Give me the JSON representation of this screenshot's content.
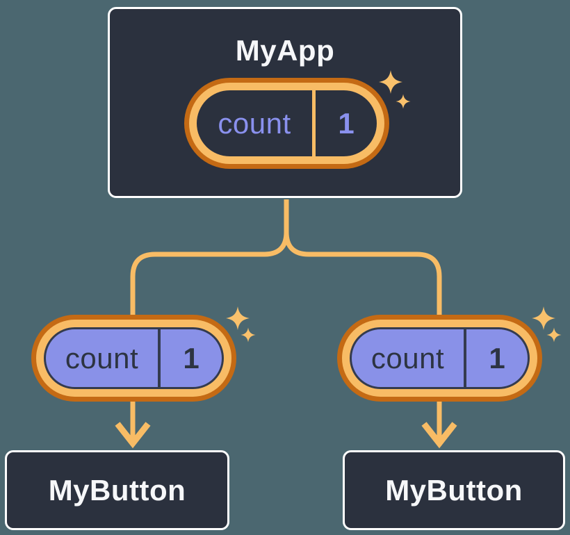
{
  "diagram": {
    "root": {
      "title": "MyApp",
      "state": {
        "name": "count",
        "value": "1"
      }
    },
    "children": [
      {
        "title": "MyButton",
        "state": {
          "name": "count",
          "value": "1"
        }
      },
      {
        "title": "MyButton",
        "state": {
          "name": "count",
          "value": "1"
        }
      }
    ]
  },
  "colors": {
    "page-bg": "#4B6770",
    "card-bg": "#2B313E",
    "card-border": "#FFFFFF",
    "card-text": "#F6F7F9",
    "ring-outer": "#C46A14",
    "ring-inner": "#F8BC65",
    "connector": "#F8BC65",
    "sparkle": "#F9C16C",
    "pill-fill": "#8991E8",
    "pill-border": "#343B4E",
    "pill-text-dark": "#2D3442",
    "pill-text-light": "#8A91EE"
  }
}
